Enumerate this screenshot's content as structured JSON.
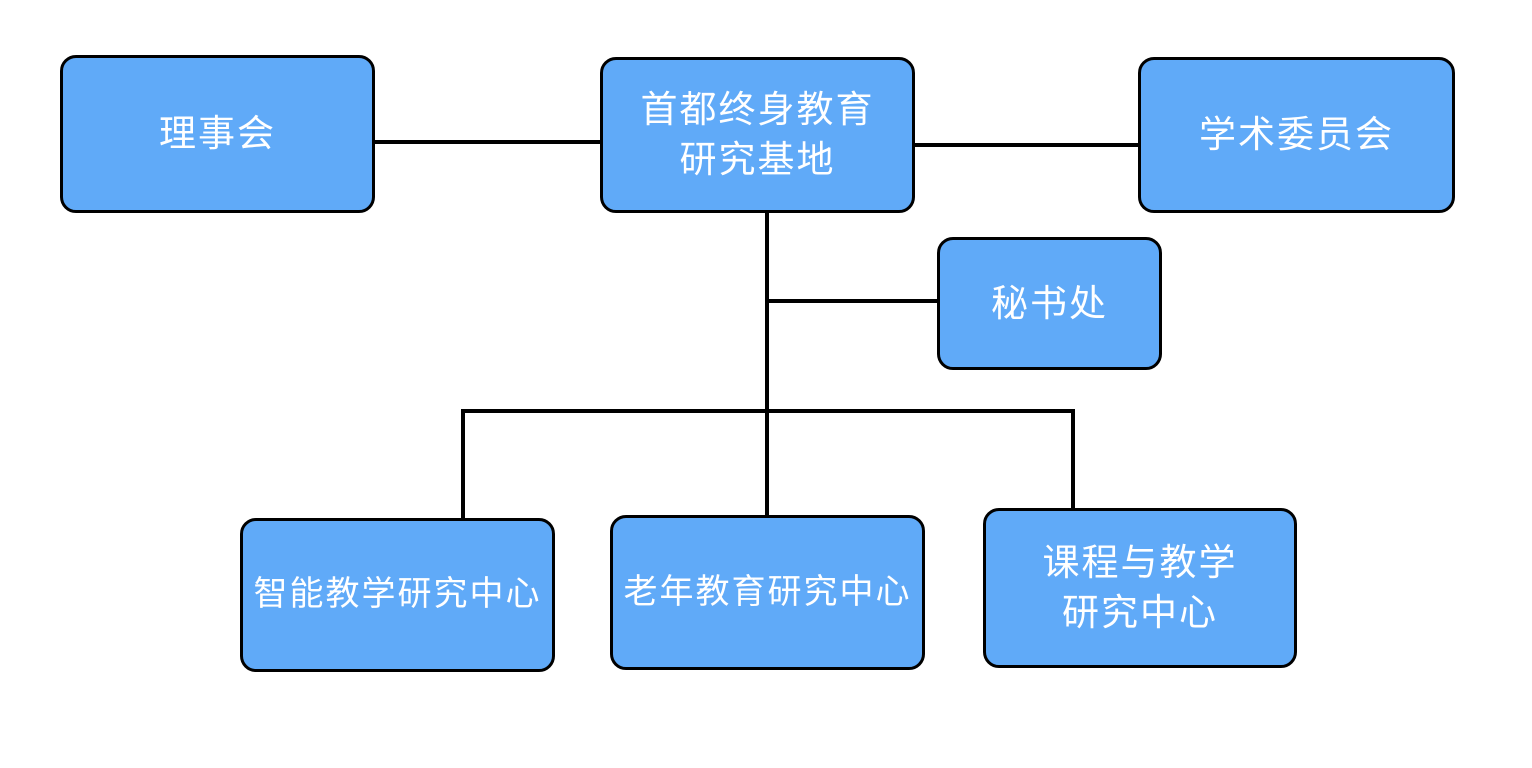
{
  "diagram": {
    "type": "org-chart",
    "colors": {
      "background": "#FFFFFF",
      "box_fill": "#60AAF8",
      "box_border": "#000000",
      "box_text": "#FFFFFF",
      "connector": "#000000"
    },
    "nodes": [
      {
        "id": "board",
        "label": "理事会"
      },
      {
        "id": "base",
        "label": "首都终身教育\n研究基地"
      },
      {
        "id": "academic-committee",
        "label": "学术委员会"
      },
      {
        "id": "secretariat",
        "label": "秘书处"
      },
      {
        "id": "smart-teaching",
        "label": "智能教学研究中心"
      },
      {
        "id": "elderly-education",
        "label": "老年教育研究中心"
      },
      {
        "id": "curriculum",
        "label": "课程与教学\n研究中心"
      }
    ],
    "edges": [
      {
        "from": "base",
        "to": "board"
      },
      {
        "from": "base",
        "to": "academic-committee"
      },
      {
        "from": "base",
        "to": "secretariat"
      },
      {
        "from": "base",
        "to": "smart-teaching"
      },
      {
        "from": "base",
        "to": "elderly-education"
      },
      {
        "from": "base",
        "to": "curriculum"
      }
    ]
  }
}
